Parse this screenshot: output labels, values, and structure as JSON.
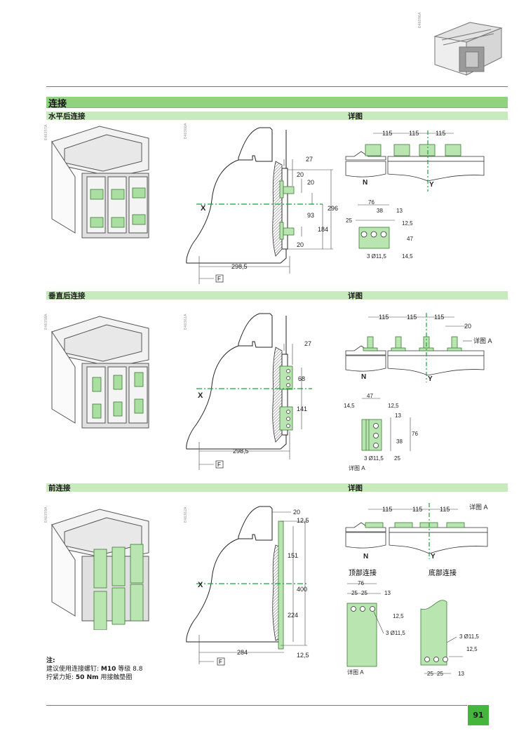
{
  "header": {
    "product_image_label": "breaker-3d-view",
    "product_figure_id": "E46096A"
  },
  "main_section": {
    "title": "连接"
  },
  "sections": [
    {
      "id": "horizontal",
      "title": "水平后连接",
      "detail_title": "详图",
      "figure_ids": {
        "iso": "E46357A",
        "side": "E46360A",
        "detail_top": "E46363A",
        "detail_bottom": "E46057A"
      },
      "side_dims": {
        "d27": "27",
        "d20a": "20",
        "d20b": "20",
        "d93": "93",
        "d184": "184",
        "d296": "296",
        "d20c": "20",
        "d298": "298,5",
        "axis": "X",
        "ref": "F"
      },
      "top_dims": {
        "p1": "115",
        "p2": "115",
        "p3": "115",
        "n": "N",
        "y": "Y"
      },
      "bar_dims": {
        "w76": "76",
        "w38": "38",
        "w13": "13",
        "w25": "25",
        "h12": "12,5",
        "h47": "47",
        "h14": "14,5",
        "holes": "3 Ø11,5"
      }
    },
    {
      "id": "vertical",
      "title": "垂直后连接",
      "detail_title": "详图",
      "figure_ids": {
        "iso": "E46358A",
        "side": "E46361A",
        "detail_top": "E46364A",
        "detail_bottom": "E46059A"
      },
      "side_dims": {
        "d27": "27",
        "d68": "68",
        "d141": "141",
        "d298": "298,5",
        "axis": "X",
        "ref": "F"
      },
      "top_dims": {
        "p1": "115",
        "p2": "115",
        "p3": "115",
        "w20": "20",
        "detail_a": "详图 A",
        "n": "N",
        "y": "Y"
      },
      "bar_dims": {
        "w47": "47",
        "w14": "14,5",
        "w12": "12,5",
        "h13": "13",
        "h76": "76",
        "h38": "38",
        "h25": "25",
        "holes": "3 Ø11,5",
        "caption": "详图 A"
      }
    },
    {
      "id": "front",
      "title": "前连接",
      "detail_title": "详图",
      "figure_ids": {
        "iso": "E46359A",
        "side": "E46362A",
        "detail_top": "E46365A",
        "detail_bottom": "E46810B"
      },
      "side_dims": {
        "d20": "20",
        "d12a": "12,5",
        "d151": "151",
        "d400": "400",
        "d224": "224",
        "d12b": "12,5",
        "d284": "284",
        "axis": "X",
        "ref": "F"
      },
      "top_dims": {
        "p1": "115",
        "p2": "115",
        "p3": "115",
        "detail_a": "详图 A",
        "n": "N",
        "y": "Y"
      },
      "top_conn": {
        "title": "顶部连接",
        "w76": "76",
        "w25a": "25",
        "w25b": "25",
        "w13": "13",
        "h12": "12,5",
        "holes": "3 Ø11,5",
        "caption": "详图 A"
      },
      "bottom_conn": {
        "title": "底部连接",
        "holes": "3 Ø11,5",
        "h12": "12,5",
        "w25a": "25",
        "w25b": "25",
        "w13": "13"
      }
    }
  ],
  "notes": {
    "label": "注:",
    "line1_prefix": "建议使用连接螺钉: ",
    "line1_bold": "M10",
    "line1_suffix": " 等级 8.8",
    "line2_prefix": "拧紧力矩: ",
    "line2_bold": "50 Nm",
    "line2_suffix": " 用接触垫圈"
  },
  "footer": {
    "page_number": "91"
  },
  "colors": {
    "section_bar": "#8fd37f",
    "sub_bar": "#c8ebbd",
    "copper_green": "#b9e6b0",
    "axis_green": "#1aa33a",
    "page_badge": "#45b53b"
  }
}
